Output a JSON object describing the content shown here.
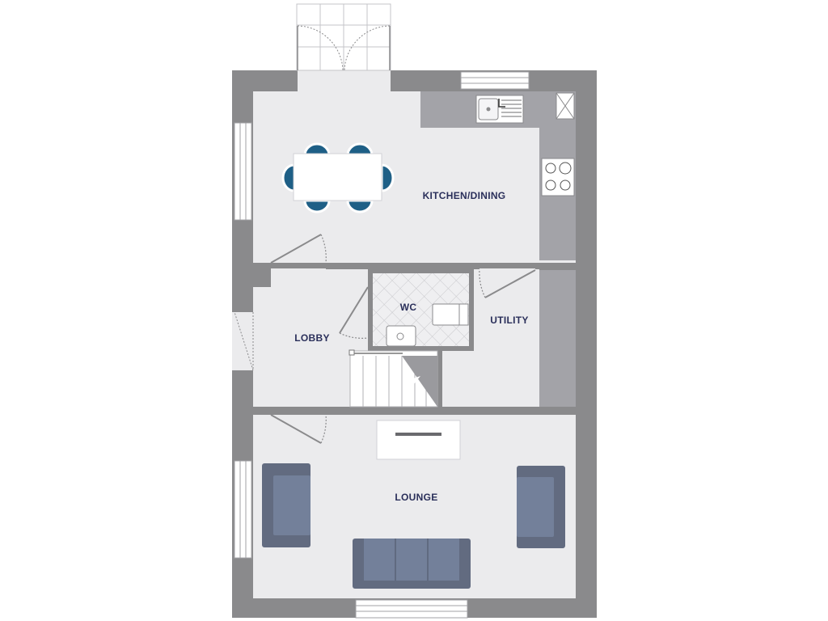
{
  "rooms": {
    "kitchen_dining": "KITCHEN/DINING",
    "wc": "WC",
    "utility": "UTILITY",
    "lobby": "LOBBY",
    "lounge": "LOUNGE"
  },
  "colors": {
    "wall": "#8a8a8c",
    "floor": "#ebebed",
    "worktop": "#a3a3a8",
    "chair": "#1e5f86",
    "sofa": "#626b80",
    "label": "#2a2f5a"
  }
}
